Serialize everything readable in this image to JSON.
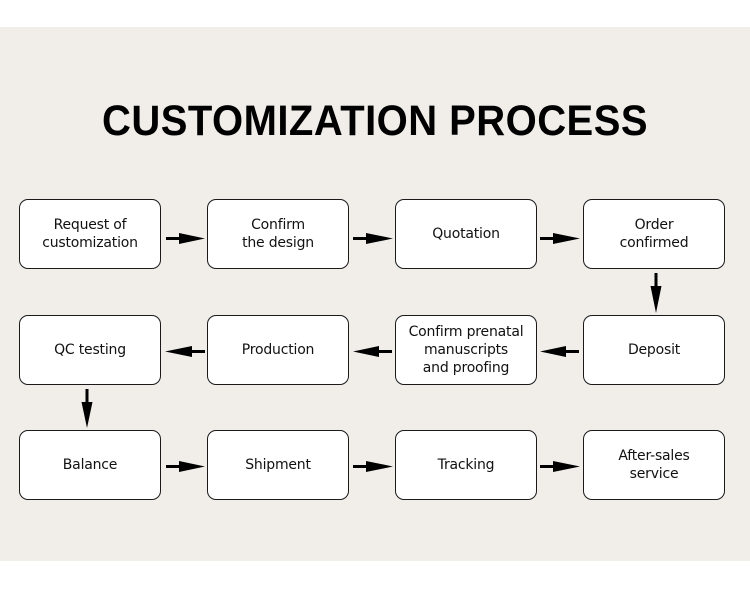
{
  "title": "CUSTOMIZATION PROCESS",
  "colors": {
    "panel_background": "#f1eeea",
    "box_fill": "#ffffff",
    "box_border": "#1a1a1a",
    "arrow": "#000000",
    "text": "#111111"
  },
  "steps": [
    {
      "order": 1,
      "label": "Request of\ncustomization"
    },
    {
      "order": 2,
      "label": "Confirm\nthe design"
    },
    {
      "order": 3,
      "label": "Quotation"
    },
    {
      "order": 4,
      "label": "Order\nconfirmed"
    },
    {
      "order": 5,
      "label": "Deposit"
    },
    {
      "order": 6,
      "label": "Confirm prenatal\nmanuscripts\nand proofing"
    },
    {
      "order": 7,
      "label": "Production"
    },
    {
      "order": 8,
      "label": "QC testing"
    },
    {
      "order": 9,
      "label": "Balance"
    },
    {
      "order": 10,
      "label": "Shipment"
    },
    {
      "order": 11,
      "label": "Tracking"
    },
    {
      "order": 12,
      "label": "After-sales\nservice"
    }
  ],
  "flow": [
    {
      "from": 1,
      "to": 2,
      "direction": "right"
    },
    {
      "from": 2,
      "to": 3,
      "direction": "right"
    },
    {
      "from": 3,
      "to": 4,
      "direction": "right"
    },
    {
      "from": 4,
      "to": 5,
      "direction": "down"
    },
    {
      "from": 5,
      "to": 6,
      "direction": "left"
    },
    {
      "from": 6,
      "to": 7,
      "direction": "left"
    },
    {
      "from": 7,
      "to": 8,
      "direction": "left"
    },
    {
      "from": 8,
      "to": 9,
      "direction": "down"
    },
    {
      "from": 9,
      "to": 10,
      "direction": "right"
    },
    {
      "from": 10,
      "to": 11,
      "direction": "right"
    },
    {
      "from": 11,
      "to": 12,
      "direction": "right"
    }
  ]
}
